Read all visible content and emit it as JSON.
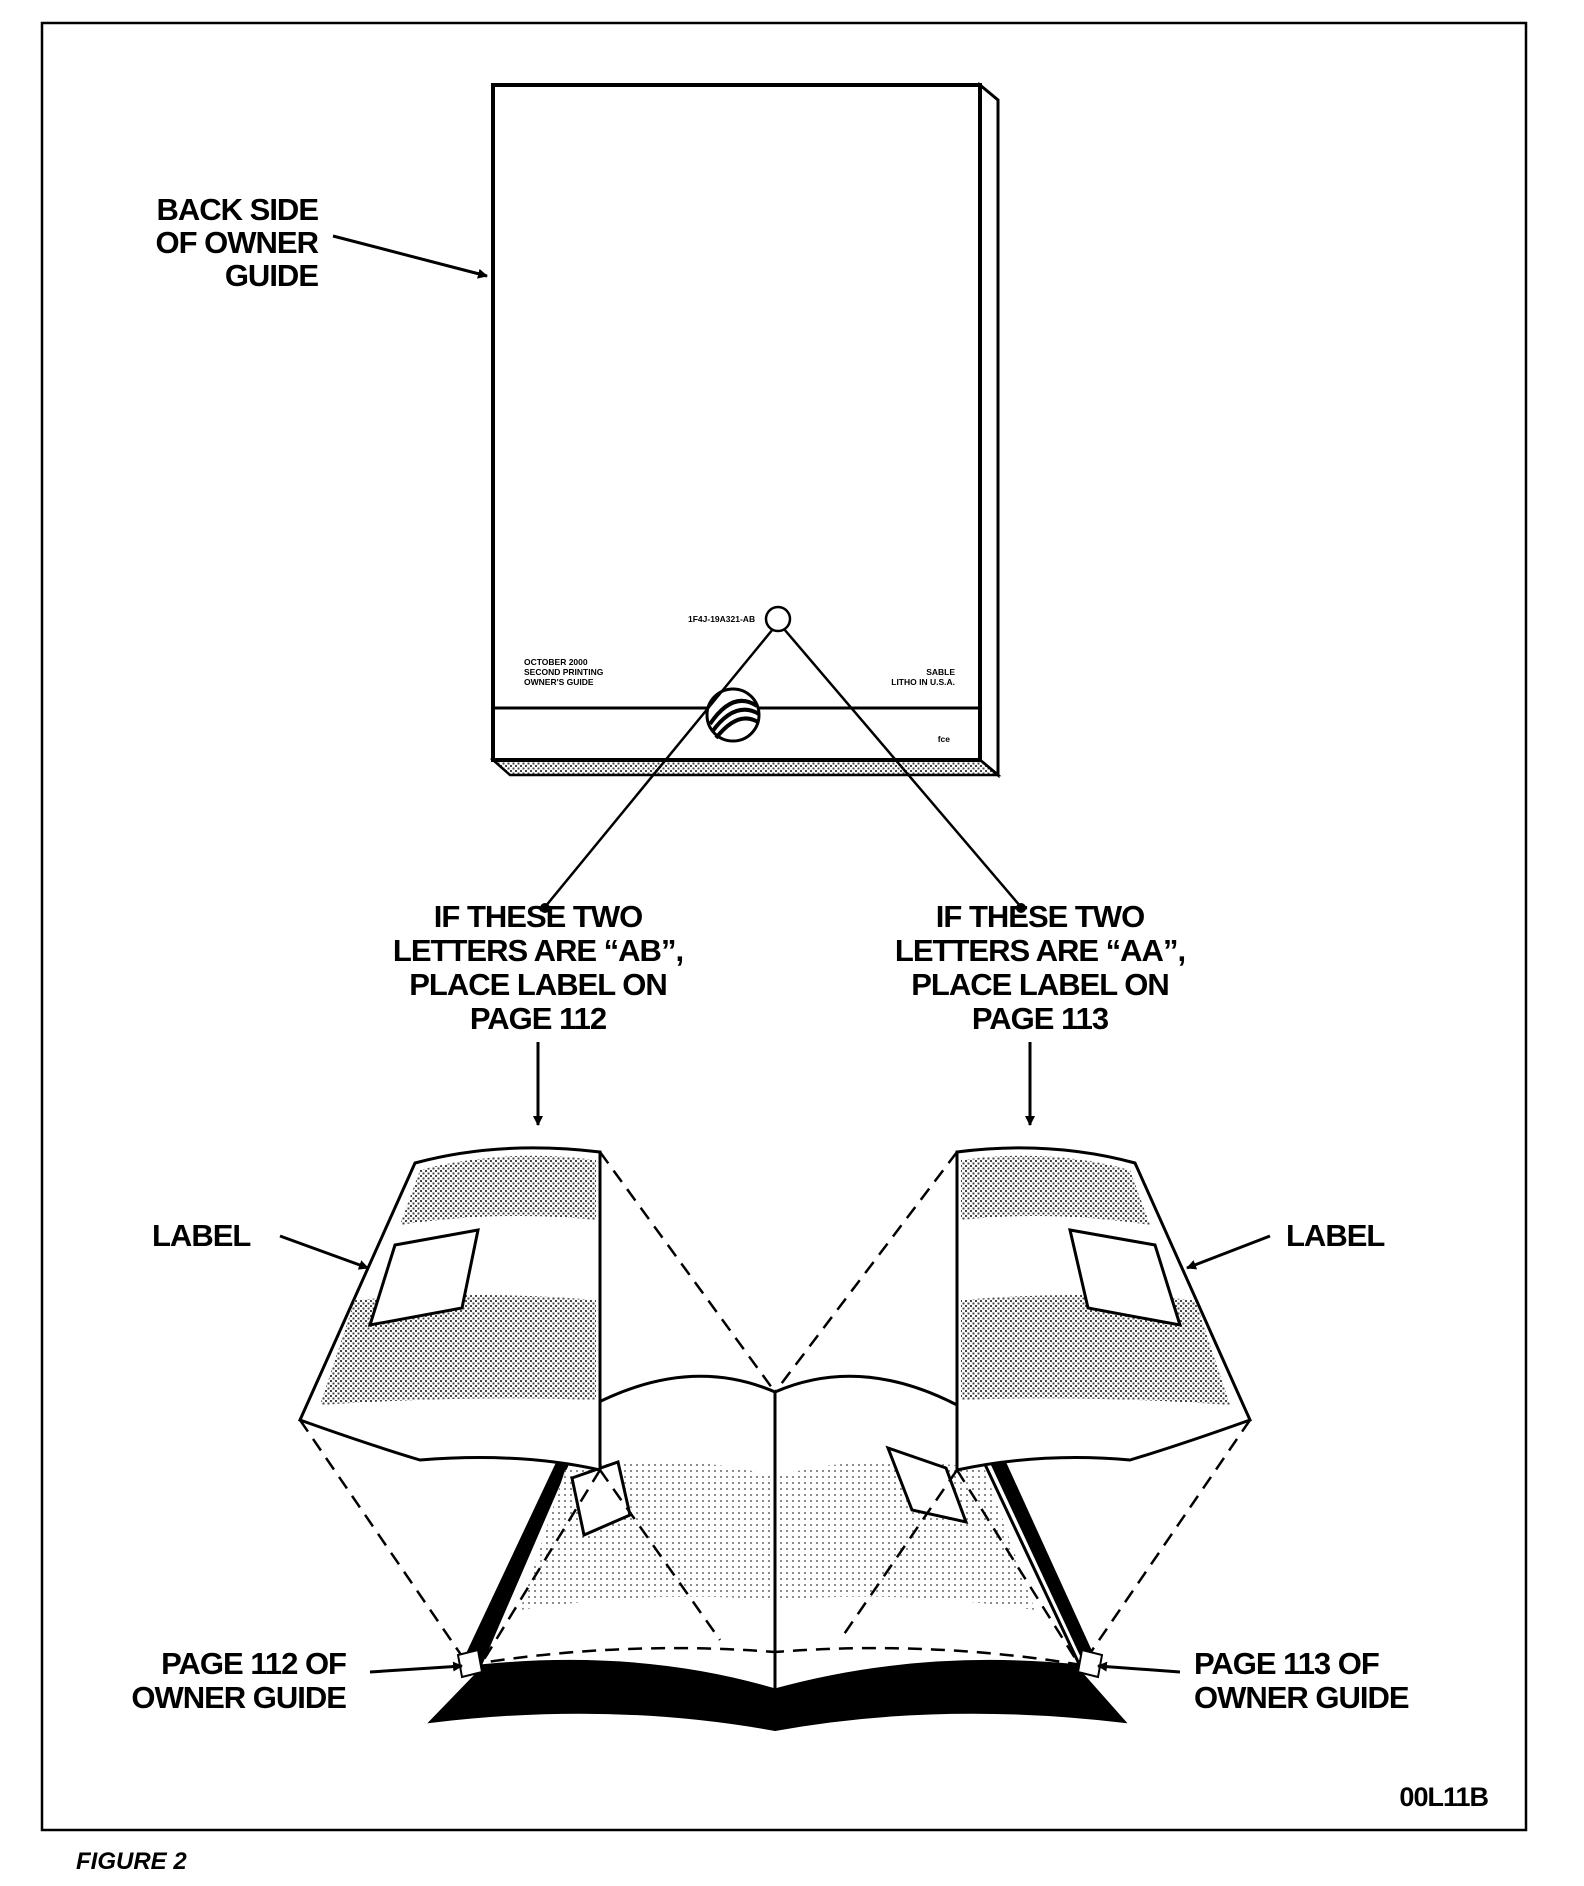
{
  "figure": {
    "caption": "FIGURE 2",
    "code": "00L11B"
  },
  "cover_label": [
    "BACK SIDE",
    "OF OWNER",
    "GUIDE"
  ],
  "guide_cover": {
    "part_number": "1F4J-19A321-AB",
    "left_text": [
      "OCTOBER 2000",
      "SECOND PRINTING",
      "OWNER'S GUIDE"
    ],
    "right_text": [
      "SABLE",
      "LITHO IN U.S.A."
    ],
    "corner_mark": "fce"
  },
  "callout_ab": [
    "IF THESE TWO",
    "LETTERS ARE “AB”,",
    "PLACE LABEL ON",
    "PAGE 112"
  ],
  "callout_aa": [
    "IF THESE TWO",
    "LETTERS ARE “AA”,",
    "PLACE LABEL ON",
    "PAGE 113"
  ],
  "label_left": "LABEL",
  "label_right": "LABEL",
  "page_left": [
    "PAGE 112 OF",
    "OWNER GUIDE"
  ],
  "page_right": [
    "PAGE 113 OF",
    "OWNER GUIDE"
  ]
}
